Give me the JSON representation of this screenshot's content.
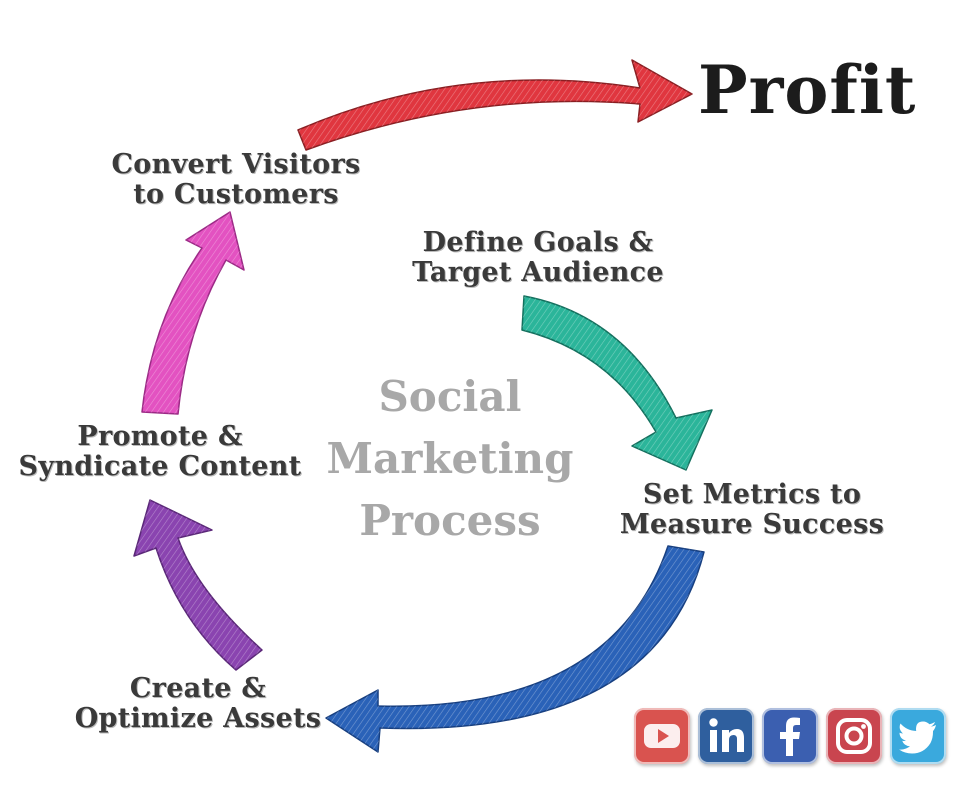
{
  "profit": "Profit",
  "center_title": [
    "Social",
    "Marketing",
    "Process"
  ],
  "steps": [
    {
      "lines": [
        "Define Goals &",
        "Target Audience"
      ],
      "color": "#2bb59a"
    },
    {
      "lines": [
        "Set Metrics to",
        "Measure Success"
      ],
      "color": "#2a62b8"
    },
    {
      "lines": [
        "Create &",
        "Optimize Assets"
      ],
      "color": "#8a44b0"
    },
    {
      "lines": [
        "Promote &",
        "Syndicate Content"
      ],
      "color": "#e352c1"
    },
    {
      "lines": [
        "Convert Visitors",
        "to Customers"
      ],
      "color": "#e0363f"
    }
  ],
  "social_icons": [
    {
      "name": "youtube-icon",
      "color": "#d9534f"
    },
    {
      "name": "linkedin-icon",
      "color": "#2f5f9e"
    },
    {
      "name": "facebook-icon",
      "color": "#3b5fb0"
    },
    {
      "name": "instagram-icon",
      "color": "#c9454f"
    },
    {
      "name": "twitter-icon",
      "color": "#3aa9dd"
    }
  ]
}
